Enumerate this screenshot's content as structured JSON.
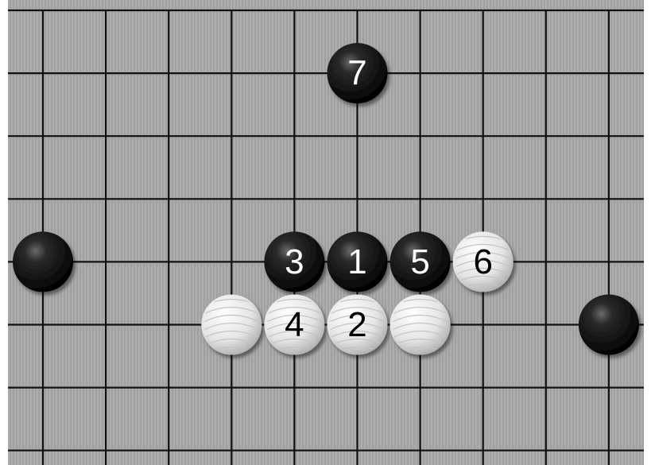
{
  "board": {
    "background_color": "#a6a6a6",
    "line_color": "#111111",
    "grid_columns": 11,
    "grid_rows": 8
  },
  "stones": [
    {
      "color": "black",
      "col": 6,
      "row": 1,
      "label": "7"
    },
    {
      "color": "black",
      "col": 1,
      "row": 4,
      "label": ""
    },
    {
      "color": "black",
      "col": 5,
      "row": 4,
      "label": "3"
    },
    {
      "color": "black",
      "col": 6,
      "row": 4,
      "label": "1"
    },
    {
      "color": "black",
      "col": 7,
      "row": 4,
      "label": "5"
    },
    {
      "color": "white",
      "col": 8,
      "row": 4,
      "label": "6"
    },
    {
      "color": "white",
      "col": 4,
      "row": 5,
      "label": ""
    },
    {
      "color": "white",
      "col": 5,
      "row": 5,
      "label": "4"
    },
    {
      "color": "white",
      "col": 6,
      "row": 5,
      "label": "2"
    },
    {
      "color": "white",
      "col": 7,
      "row": 5,
      "label": ""
    },
    {
      "color": "black",
      "col": 10,
      "row": 5,
      "label": ""
    }
  ]
}
